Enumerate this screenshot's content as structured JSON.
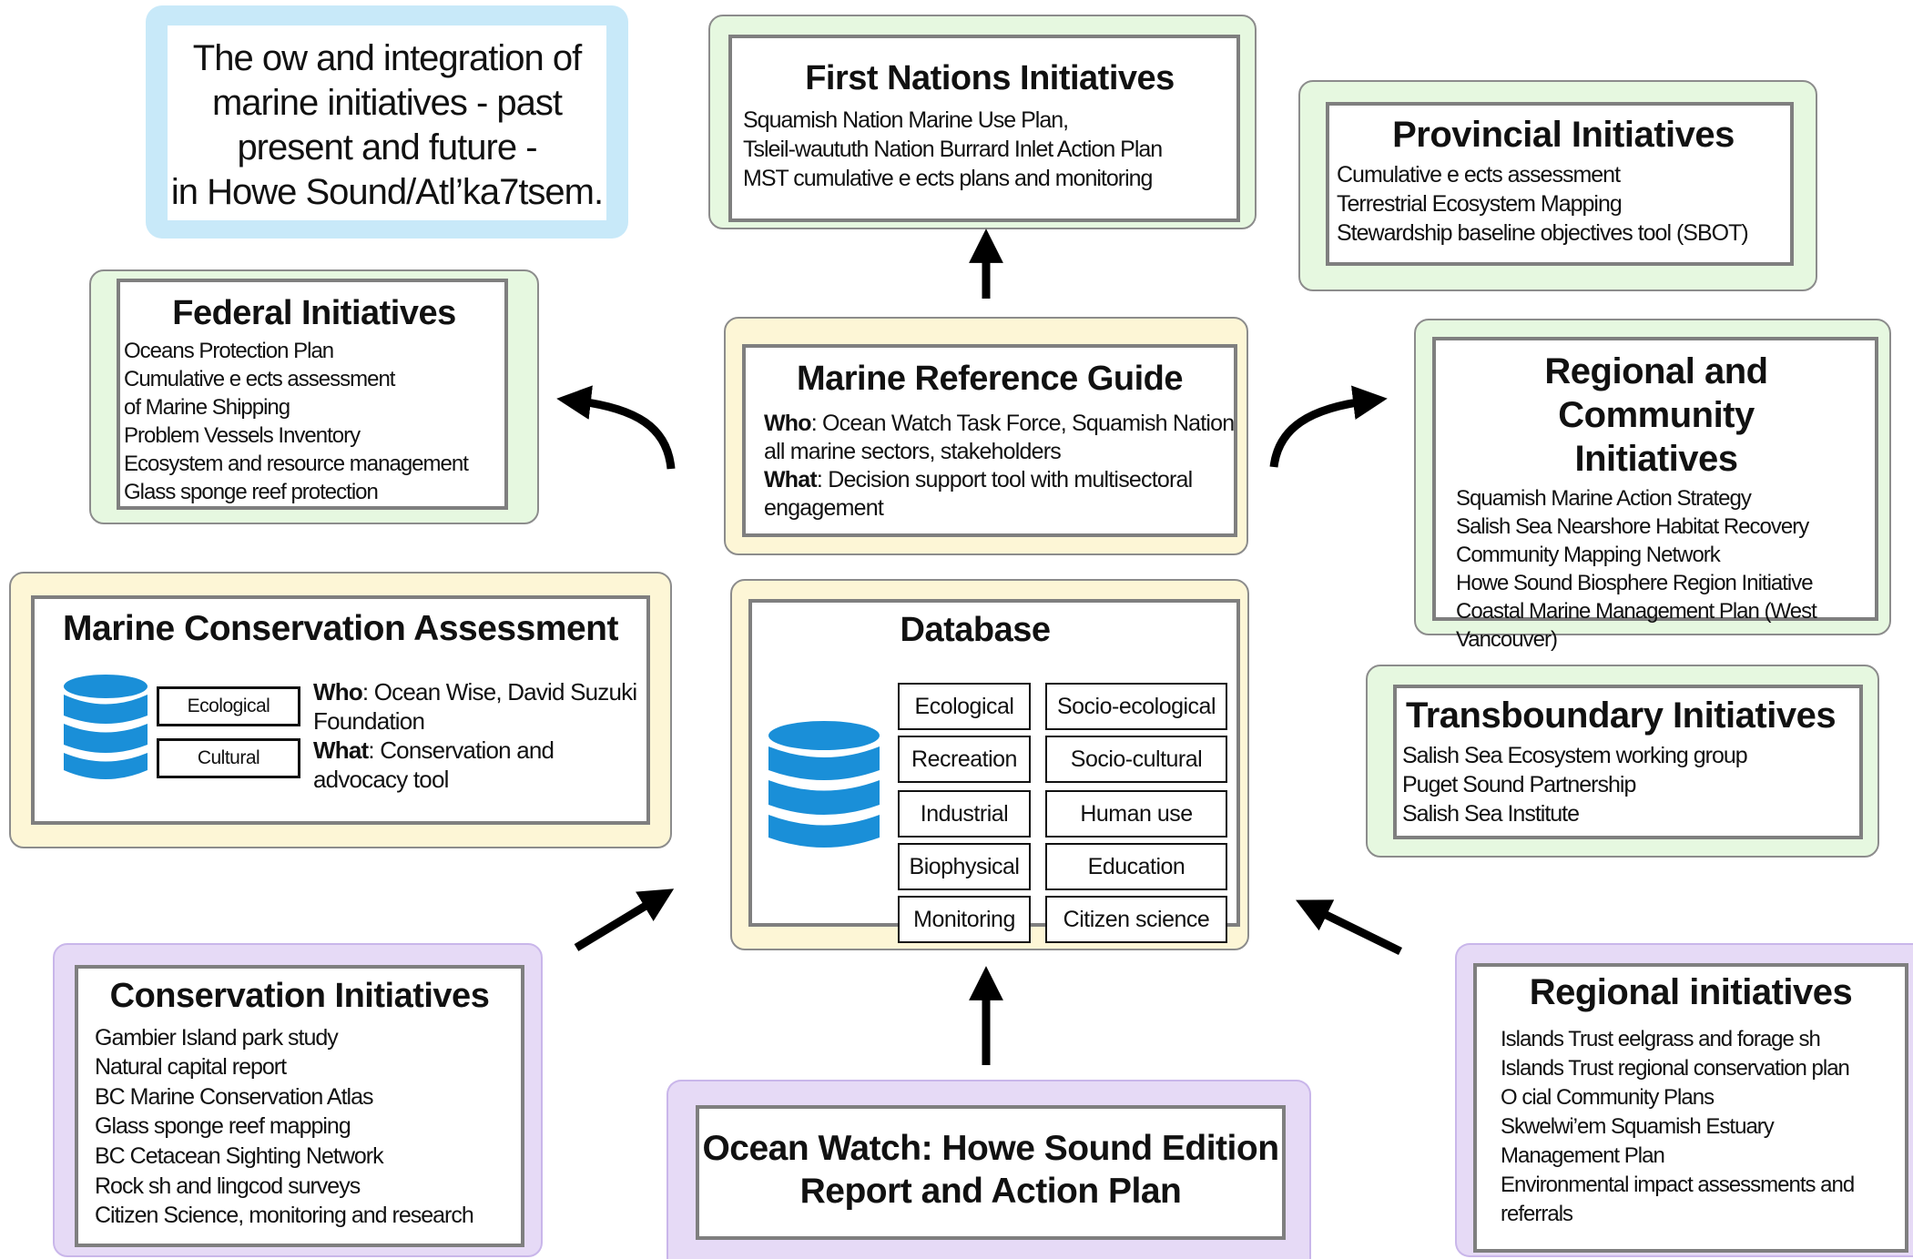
{
  "intro": {
    "lines": [
      "The   ow and integration of",
      "marine initiatives - past",
      "present and future -",
      "in Howe Sound/Atl’ka7tsem."
    ]
  },
  "first_nations": {
    "title": "First Nations Initiatives",
    "items": [
      "Squamish Nation Marine Use Plan,",
      "Tsleil-waututh Nation Burrard Inlet Action Plan",
      "MST cumulative e   ects plans and monitoring"
    ]
  },
  "provincial": {
    "title": "Provincial Initiatives",
    "items": [
      "Cumulative e   ects assessment",
      "Terrestrial Ecosystem Mapping",
      "Stewardship baseline objectives tool (SBOT)"
    ]
  },
  "federal": {
    "title": "Federal Initiatives",
    "items": [
      "Oceans Protection Plan",
      "Cumulative e   ects assessment",
      "of Marine Shipping",
      "Problem Vessels Inventory",
      "Ecosystem and resource management",
      "Glass sponge reef protection"
    ]
  },
  "reference_guide": {
    "title": "Marine Reference Guide",
    "who_label": "Who",
    "who_text": ": Ocean Watch Task Force, Squamish Nation",
    "who_text2": "all marine sectors, stakeholders",
    "what_label": "What",
    "what_text": ": Decision support tool with multisectoral",
    "what_text2": "engagement"
  },
  "regional_community": {
    "title_line1": "Regional and Community",
    "title_line2": "Initiatives",
    "items": [
      "Squamish Marine Action Strategy",
      "Salish Sea Nearshore Habitat Recovery",
      "Community Mapping Network",
      "Howe Sound Biosphere Region Initiative",
      "Coastal Marine Management Plan (West",
      "Vancouver)"
    ]
  },
  "conservation_assessment": {
    "title": "Marine Conservation Assessment",
    "tags": [
      "Ecological",
      "Cultural"
    ],
    "who_label": "Who",
    "who_text": ": Ocean Wise, David Suzuki",
    "who_text2": "Foundation",
    "what_label": "What",
    "what_text": ": Conservation and",
    "what_text2": "advocacy tool"
  },
  "database": {
    "title": "Database",
    "categories": [
      "Ecological",
      "Socio-ecological",
      "Recreation",
      "Socio-cultural",
      "Industrial",
      "Human use",
      "Biophysical",
      "Education",
      "Monitoring",
      "Citizen science"
    ]
  },
  "transboundary": {
    "title": "Transboundary Initiatives",
    "items": [
      "Salish Sea Ecosystem working group",
      "Puget Sound Partnership",
      "Salish Sea Institute"
    ]
  },
  "conservation_initiatives": {
    "title": "Conservation Initiatives",
    "items": [
      "Gambier Island park study",
      "Natural capital report",
      "BC Marine Conservation Atlas",
      "Glass sponge reef mapping",
      "BC Cetacean Sighting Network",
      "Rock   sh and lingcod surveys",
      "Citizen Science, monitoring and research"
    ]
  },
  "ocean_watch": {
    "title_line1": "Ocean Watch: Howe Sound Edition",
    "title_line2": "Report and Action Plan"
  },
  "regional_initiatives": {
    "title": "Regional initiatives",
    "items": [
      "Islands Trust eelgrass and forage   sh",
      "Islands Trust regional conservation plan",
      "O    cial Community Plans",
      "Skwelwi’em Squamish Estuary",
      "Management Plan",
      "Environmental impact assessments and",
      "referrals"
    ]
  },
  "colors": {
    "database_icon": "#1a8fd8",
    "green_panel": "#e6f8e0",
    "yellow_panel": "#fdf6d6",
    "purple_panel": "#e6daf6",
    "blue_panel": "#c8e9f9"
  }
}
